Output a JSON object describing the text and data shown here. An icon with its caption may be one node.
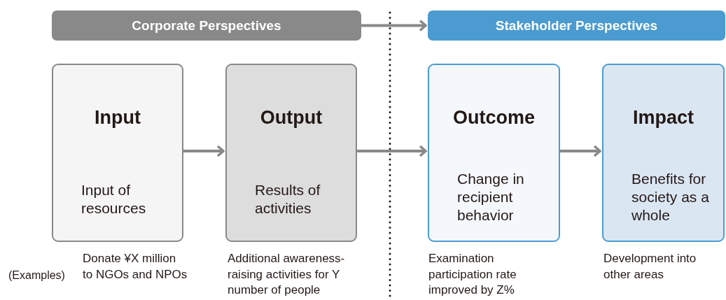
{
  "diagram": {
    "nodes": [
      {
        "text": [
          "Corporate Perspectives"
        ]
      },
      {
        "text": [
          "Stakeholder Perspectives"
        ]
      },
      {
        "text": [
          "Input",
          "Input of resources"
        ],
        "beside": [
          "Donate ¥X million to NGOs and NPOs"
        ]
      },
      {
        "text": [
          "Output",
          "Results of activities"
        ],
        "beside": [
          "Additional awareness-raising activities for Y number of people"
        ]
      },
      {
        "text": [
          "Outcome",
          "Change in recipient behavior"
        ],
        "beside": [
          "Examination participation rate improved by Z%"
        ]
      },
      {
        "text": [
          "Impact",
          "Benefits for society as a whole"
        ],
        "beside": [
          "Development into other areas"
        ]
      }
    ],
    "edges": [
      {
        "from": 0,
        "to": 1,
        "arrow": "to"
      },
      {
        "from": 2,
        "to": 3,
        "arrow": "to"
      },
      {
        "from": 3,
        "to": 4,
        "arrow": "to"
      },
      {
        "from": 4,
        "to": 5,
        "arrow": "to"
      }
    ],
    "labels": [
      "(Examples)"
    ]
  }
}
